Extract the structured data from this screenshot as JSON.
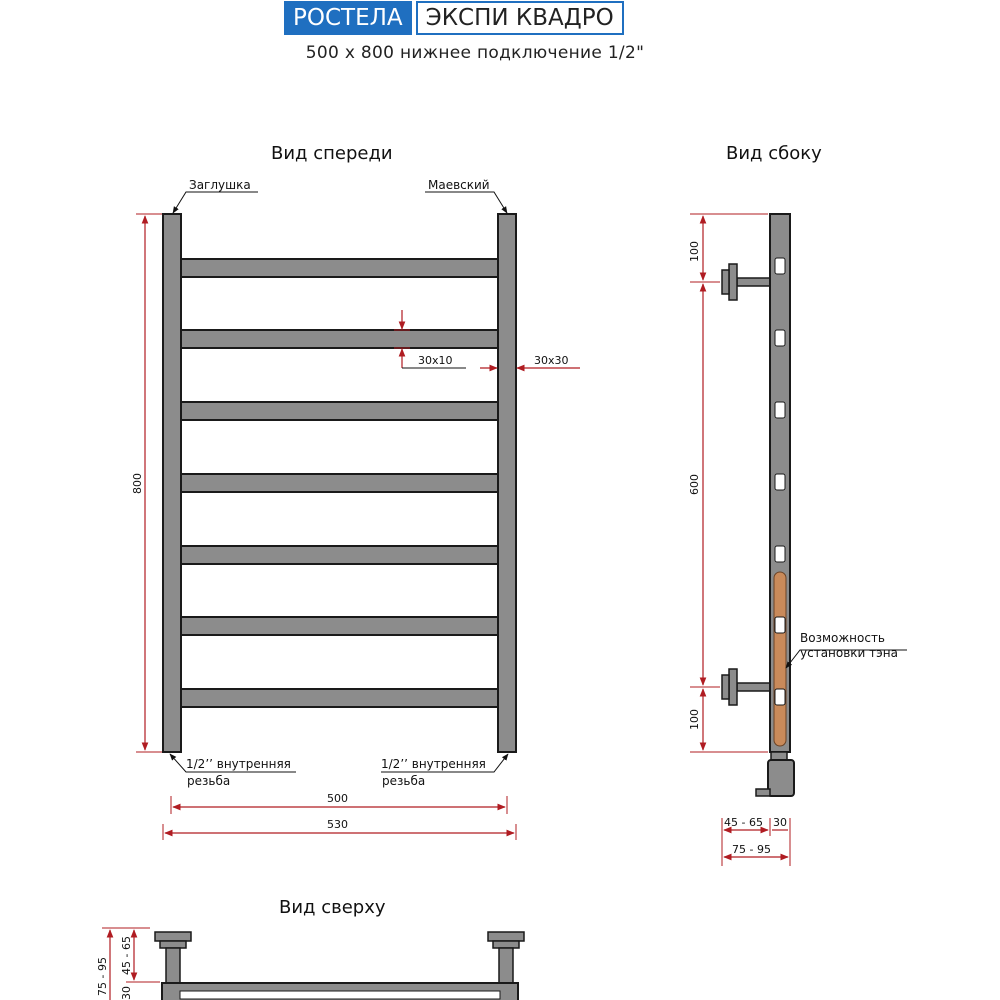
{
  "header": {
    "brand": "РОСТЕЛА",
    "model": "ЭКСПИ КВАДРО",
    "subtitle": "500 x 800 нижнее подключение 1/2\""
  },
  "views": {
    "front": "Вид спереди",
    "side": "Вид сбоку",
    "top": "Вид сверху"
  },
  "front_view": {
    "plug_label": "Заглушка",
    "mayevsky_label": "Маевский",
    "rung_size": "30x10",
    "post_size": "30x30",
    "height": "800",
    "thread_line1": "1/2’’ внутренняя",
    "thread_line2": "резьба",
    "width_inner": "500",
    "width_outer": "530"
  },
  "side_view": {
    "top_offset": "100",
    "center_distance": "600",
    "bottom_offset": "100",
    "heater_line1": "Возможность",
    "heater_line2": "установки тэна",
    "depth_bracket": "45 - 65",
    "depth_post": "30",
    "depth_total": "75 - 95"
  },
  "top_view": {
    "depth_total": "75 - 95",
    "depth_post": "30",
    "depth_bracket": "45 - 65"
  },
  "colors": {
    "accent_blue": "#1f6fc0",
    "dimension_red": "#b01c22",
    "metal_gray": "#8c8c8c",
    "heater_copper": "#c98a5a"
  }
}
